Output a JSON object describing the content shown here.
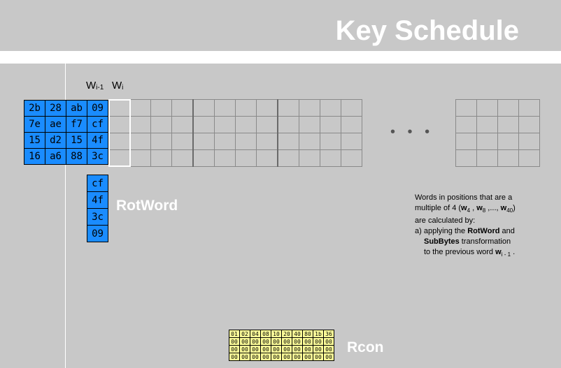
{
  "title": "Key Schedule",
  "column_labels": {
    "w_prev": "W",
    "w_prev_sub": "i-1",
    "w_cur": "W",
    "w_cur_sub": "i"
  },
  "key_matrix": [
    [
      "2b",
      "28",
      "ab",
      "09"
    ],
    [
      "7e",
      "ae",
      "f7",
      "cf"
    ],
    [
      "15",
      "d2",
      "15",
      "4f"
    ],
    [
      "16",
      "a6",
      "88",
      "3c"
    ]
  ],
  "ellipsis": "• • •",
  "rotword": {
    "label": "RotWord",
    "values": [
      "cf",
      "4f",
      "3c",
      "09"
    ]
  },
  "description": {
    "line1": "Words in positions that are a",
    "line2_pre": "multiple of 4 (",
    "w4": "w",
    "w4_sub": "4",
    "sep1": " , ",
    "w8": "w",
    "w8_sub": "8",
    "sep2": " ,..., ",
    "w40": "w",
    "w40_sub": "40",
    "line2_post": ")",
    "line3": "are calculated by:",
    "line4_pre": "a) applying the ",
    "line4_bold": "RotWord",
    "line4_post": " and",
    "line5_bold": "SubBytes",
    "line5_post": " transformation",
    "line6_pre": "to the previous word ",
    "line6_w": "w",
    "line6_sub": "i - 1",
    "line6_post": " ."
  },
  "rcon": {
    "label": "Rcon",
    "rows": [
      [
        "01",
        "02",
        "04",
        "08",
        "10",
        "20",
        "40",
        "80",
        "1b",
        "36"
      ],
      [
        "00",
        "00",
        "00",
        "00",
        "00",
        "00",
        "00",
        "00",
        "00",
        "00"
      ],
      [
        "00",
        "00",
        "00",
        "00",
        "00",
        "00",
        "00",
        "00",
        "00",
        "00"
      ],
      [
        "00",
        "00",
        "00",
        "00",
        "00",
        "00",
        "00",
        "00",
        "00",
        "00"
      ]
    ]
  }
}
